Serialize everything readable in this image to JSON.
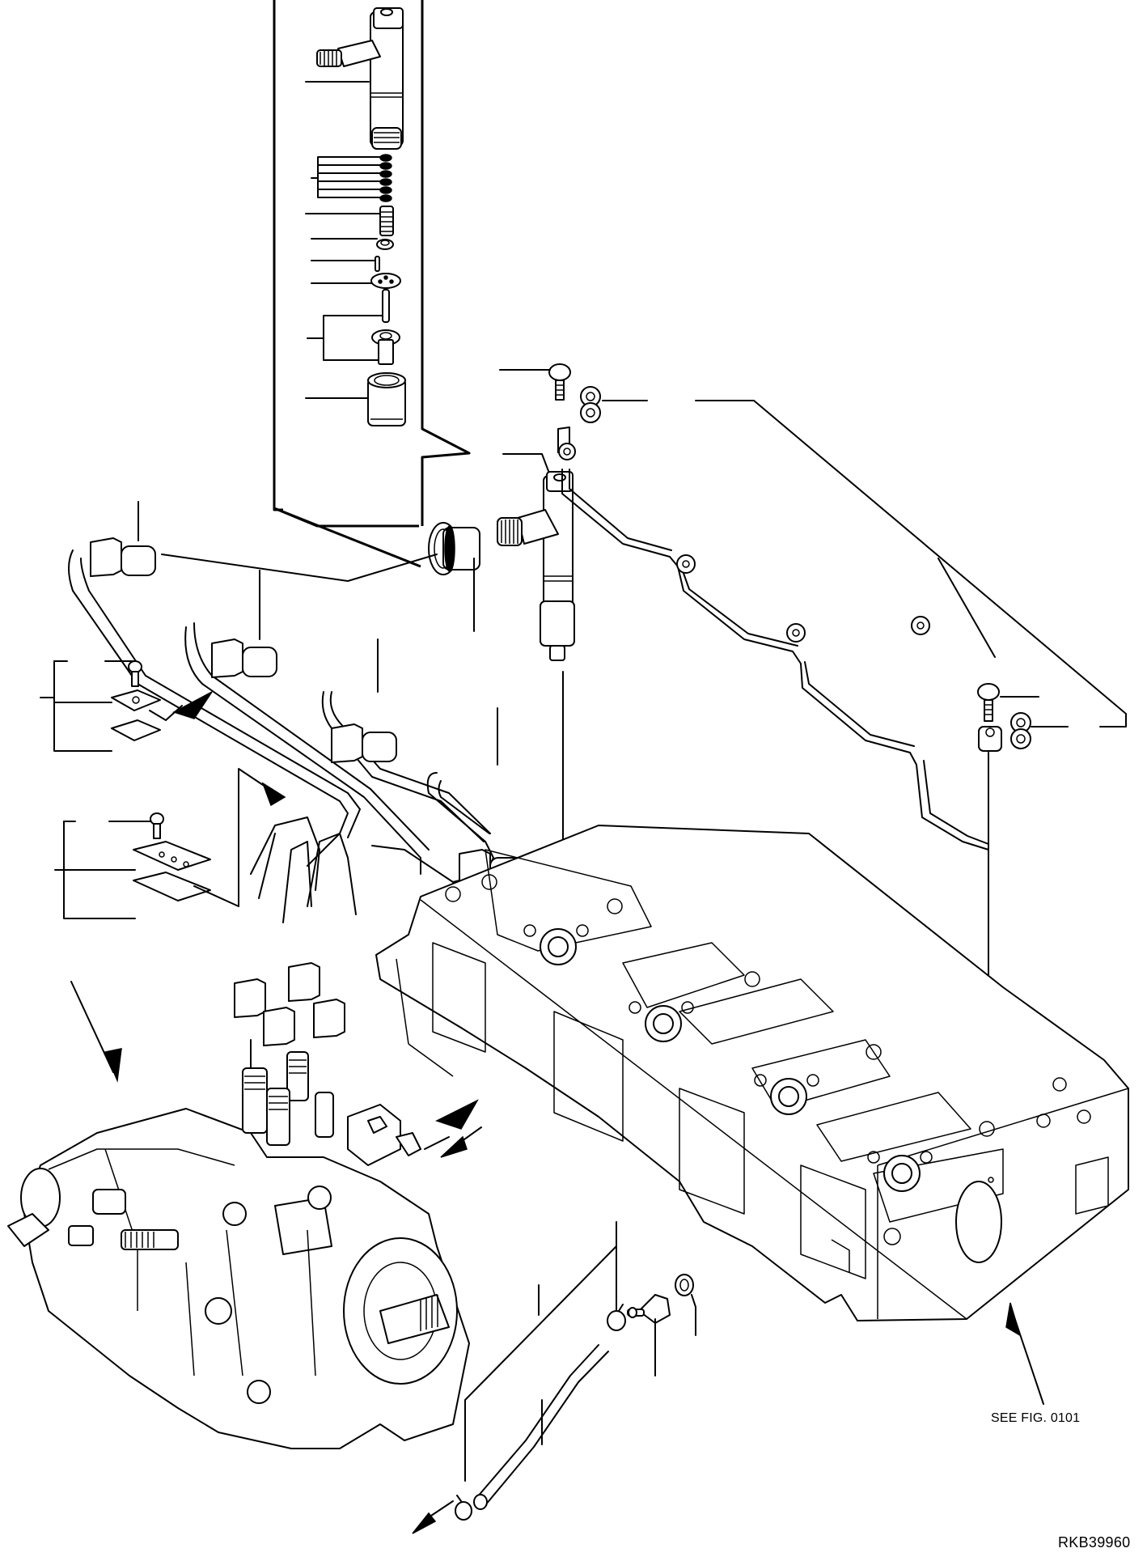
{
  "diagram": {
    "type": "exploded-parts-view",
    "subject": "Fuel injection pump, injection pipes, injectors and cylinder head",
    "reference_note": "SEE FIG. 0101",
    "figure_code": "RKB39960",
    "parts": [
      {
        "name": "injector-assembly-detail",
        "label": ""
      },
      {
        "name": "injector",
        "label": ""
      },
      {
        "name": "injection-pipes",
        "label": ""
      },
      {
        "name": "pipe-clamps",
        "label": ""
      },
      {
        "name": "leak-off-pipe",
        "label": ""
      },
      {
        "name": "fuel-injection-pump",
        "label": ""
      },
      {
        "name": "cylinder-head",
        "label": ""
      },
      {
        "name": "return-hose",
        "label": ""
      }
    ]
  }
}
